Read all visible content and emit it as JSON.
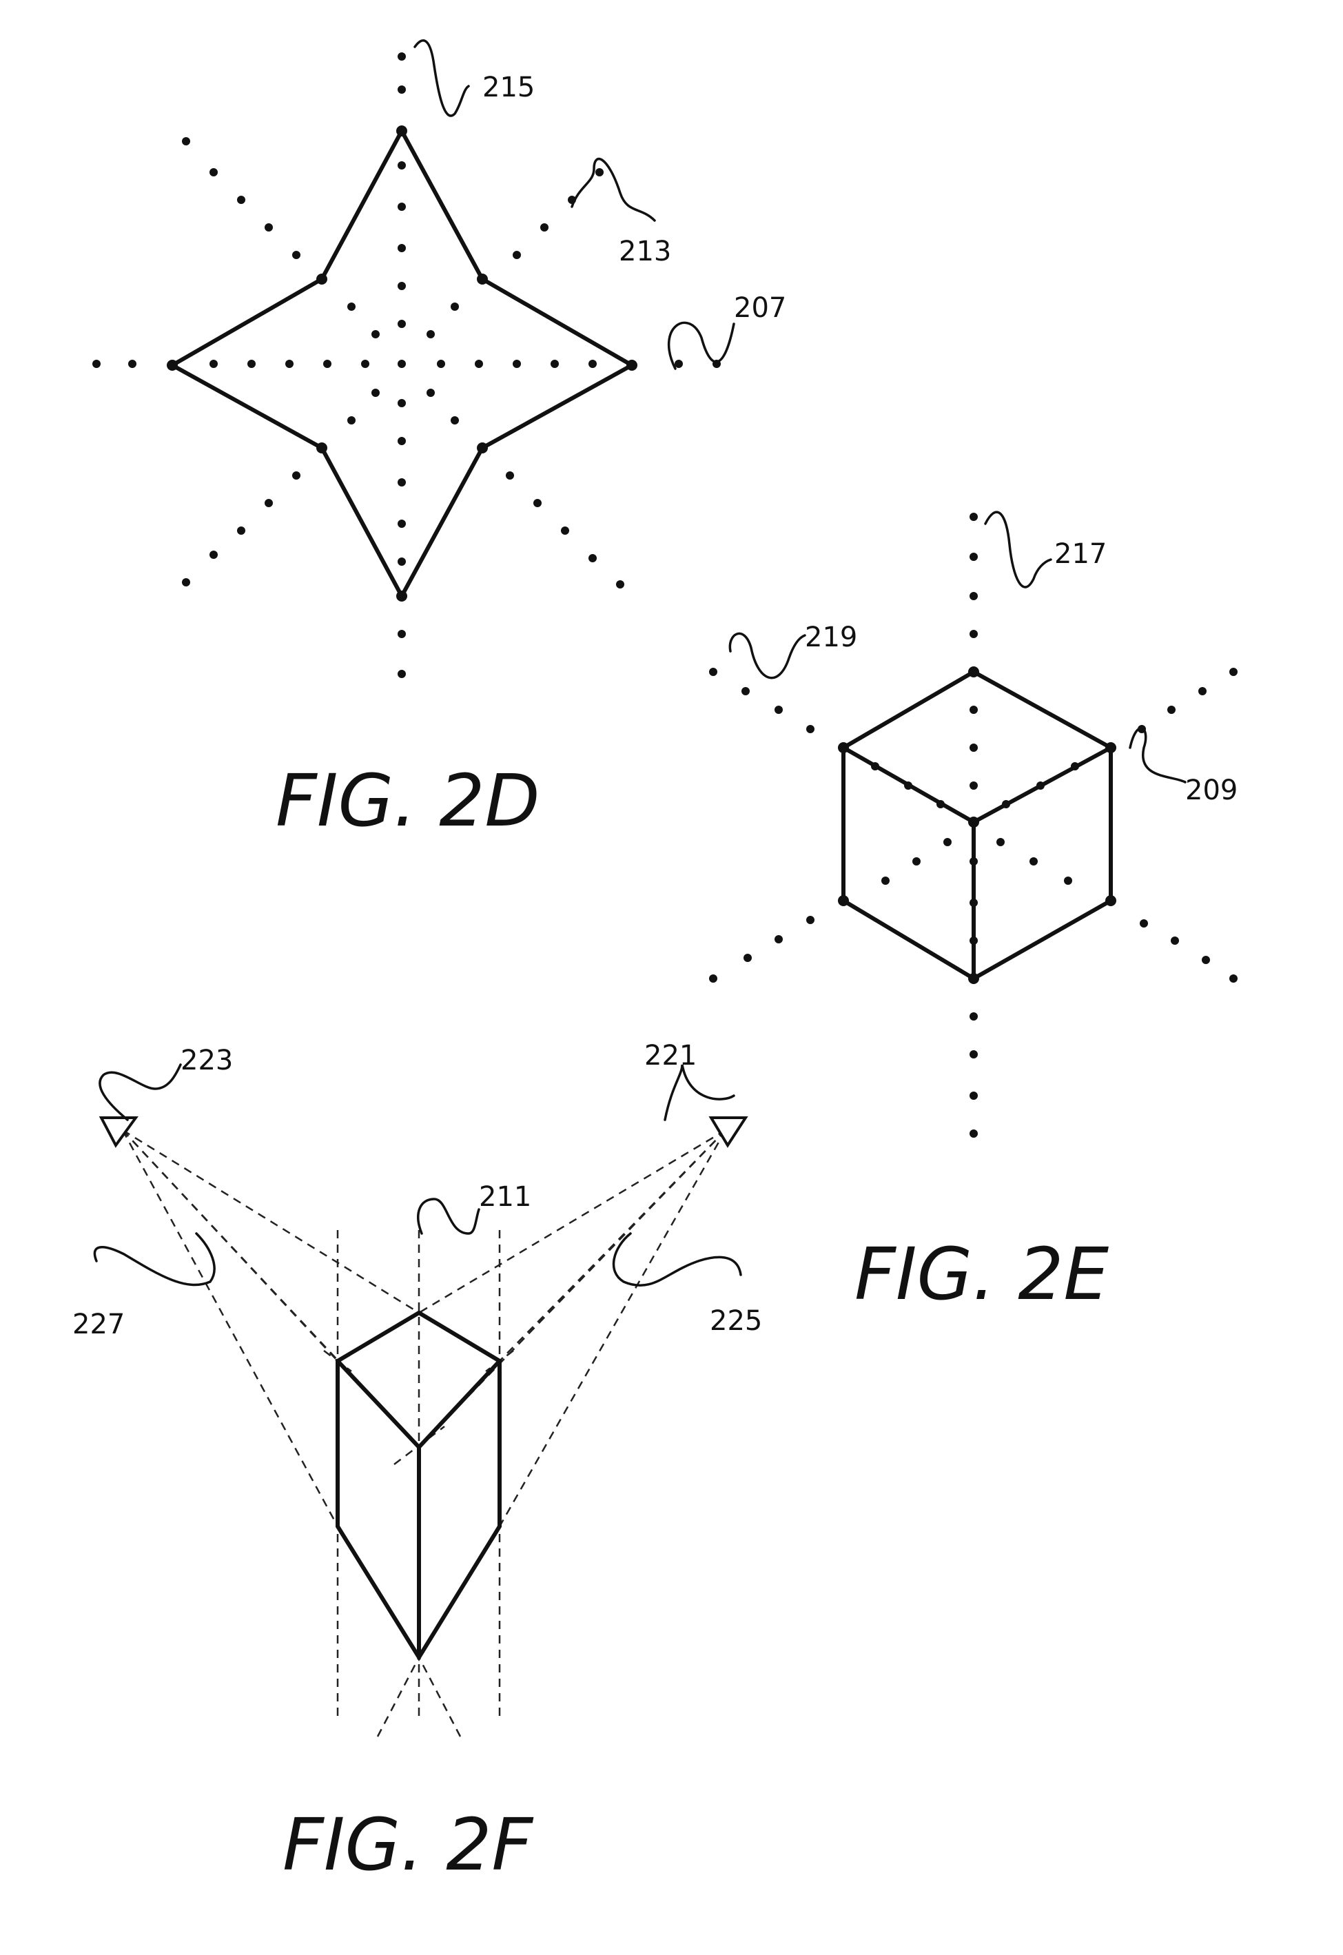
{
  "figures": [
    {
      "id": "2D",
      "caption": "FIG. 2D",
      "labels": [
        "215",
        "213",
        "207"
      ]
    },
    {
      "id": "2E",
      "caption": "FIG. 2E",
      "labels": [
        "217",
        "219",
        "209"
      ]
    },
    {
      "id": "2F",
      "caption": "FIG. 2F",
      "labels": [
        "223",
        "221",
        "211",
        "227",
        "225"
      ]
    }
  ]
}
